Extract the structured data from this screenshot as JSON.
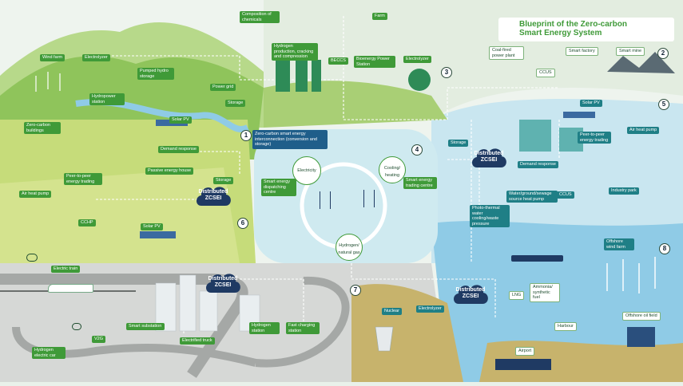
{
  "title": {
    "line1": "Blueprint of the Zero-carbon",
    "line2": "Smart Energy System"
  },
  "numbers": [
    "1",
    "2",
    "3",
    "4",
    "5",
    "6",
    "7",
    "8"
  ],
  "labels": {
    "wind_farm": "Wind farm",
    "electrolyzer_1": "Electrolyzer",
    "pumped_hydro": "Pumped hydro storage",
    "hydropower": "Hydropower station",
    "power_grid": "Power grid",
    "storage_1": "Storage",
    "solar_pv_1": "Solar PV",
    "zero_carbon_buildings": "Zero-carbon buildings",
    "demand_response_1": "Demand response",
    "peer_to_peer_1": "Peer-to-peer energy trading",
    "passive_house": "Passive energy house",
    "air_heat_pump_1": "Air heat pump",
    "storage_2": "Storage",
    "cchp": "CCHP",
    "solar_pv_2": "Solar PV",
    "composition_chemicals": "Composition of chemicals",
    "hydrogen_production": "Hydrogen production, cracking and compression",
    "farm": "Farm",
    "bioccs": "BECCS",
    "bioenergy_power": "Bioenergy Power Station",
    "electrolyzer_2": "Electrolyzer",
    "coal_power": "Coal-fired power plant",
    "smart_factory": "Smart factory",
    "smart_mine": "Smart mine",
    "ccus_1": "CCUS",
    "hub_title": "Zero-carbon smart energy interconnection (conversion and storage)",
    "electricity": "Electricity",
    "cooling_heating": "Cooling/ heating",
    "hydrogen_gas": "Hydrogen/ natural gas",
    "smart_energy_dispatch": "Smart energy dispatching centre",
    "smart_energy_trading": "Smart energy trading centre",
    "storage_3": "Storage",
    "solar_pv_3": "Solar PV",
    "peer_to_peer_2": "Peer-to-peer energy trading",
    "air_heat_pump_2": "Air heat pump",
    "demand_response_2": "Demand response",
    "ground_source": "Water/ground/sewage source heat pump",
    "ccus_2": "CCUS",
    "industry_park": "Industry park",
    "photo_thermal": "Photo-thermal water cooling/waste pressure",
    "offshore_wind": "Offshore wind farm",
    "electric_train": "Electric train",
    "v2g": "V2G",
    "hydrogen_car": "Hydrogen electric car",
    "smart_substation": "Smart substation",
    "electrified_truck": "Electrified truck",
    "hydrogen_station": "Hydrogen station",
    "fast_charging": "Fast charging station",
    "nuclear": "Nuclear",
    "electrolyzer_3": "Electrolyzer",
    "lng": "LNG",
    "ammonia": "Ammonia/ synthetic fuel",
    "harbour": "Harbour",
    "airport": "Airport",
    "offshore_oil": "Offshore oil field"
  },
  "clouds": [
    "Distributed ZCSEI",
    "Distributed ZCSEI",
    "Distributed ZCSEI",
    "Distributed ZCSEI"
  ],
  "colors": {
    "accent": "#3f9a38",
    "teal": "#1f7f86",
    "navy": "#1f3a63",
    "water": "#9fd4ea",
    "grass": "#9cc94a"
  }
}
